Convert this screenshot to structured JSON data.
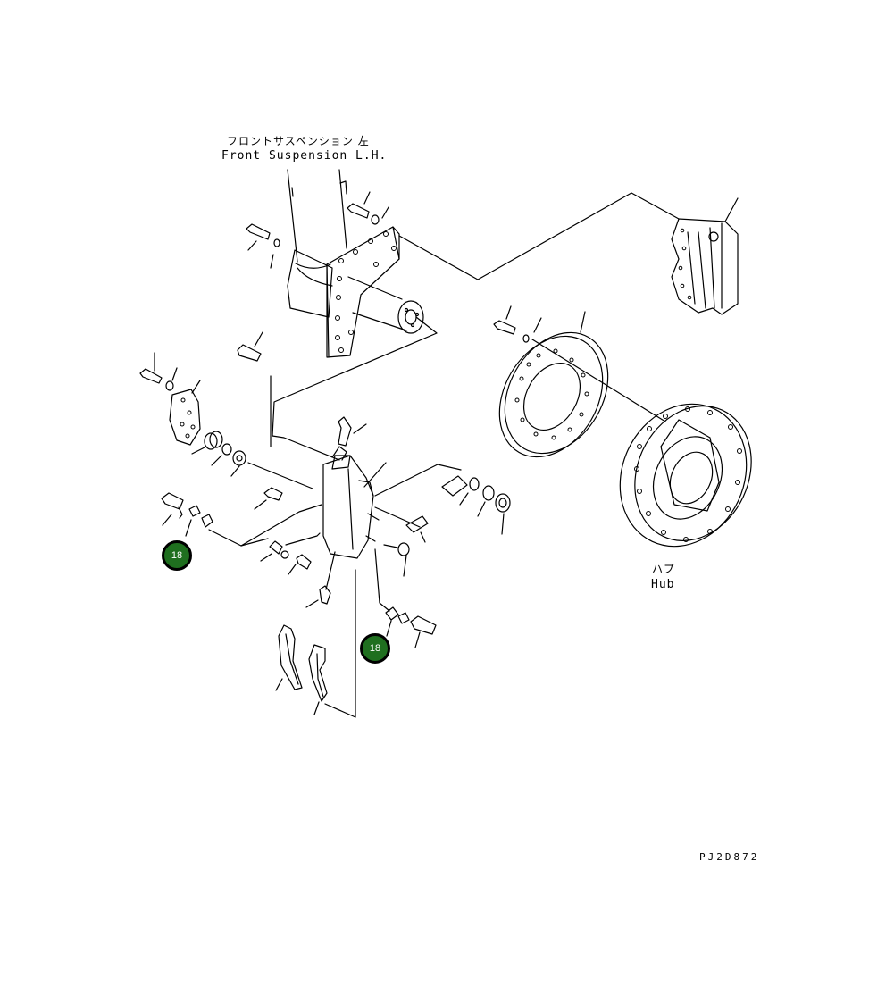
{
  "labels": {
    "suspension_jp": "フロントサスペンション 左",
    "suspension_en": "Front Suspension L.H.",
    "hub_jp": "ハブ",
    "hub_en": "Hub",
    "drawing_code": "PJ2D872"
  },
  "callouts": [
    {
      "id": "callout-1",
      "number": "18"
    },
    {
      "id": "callout-2",
      "number": "18"
    }
  ],
  "colors": {
    "callout_fill": "#1f6f1f",
    "line": "#000000",
    "background": "#ffffff"
  }
}
